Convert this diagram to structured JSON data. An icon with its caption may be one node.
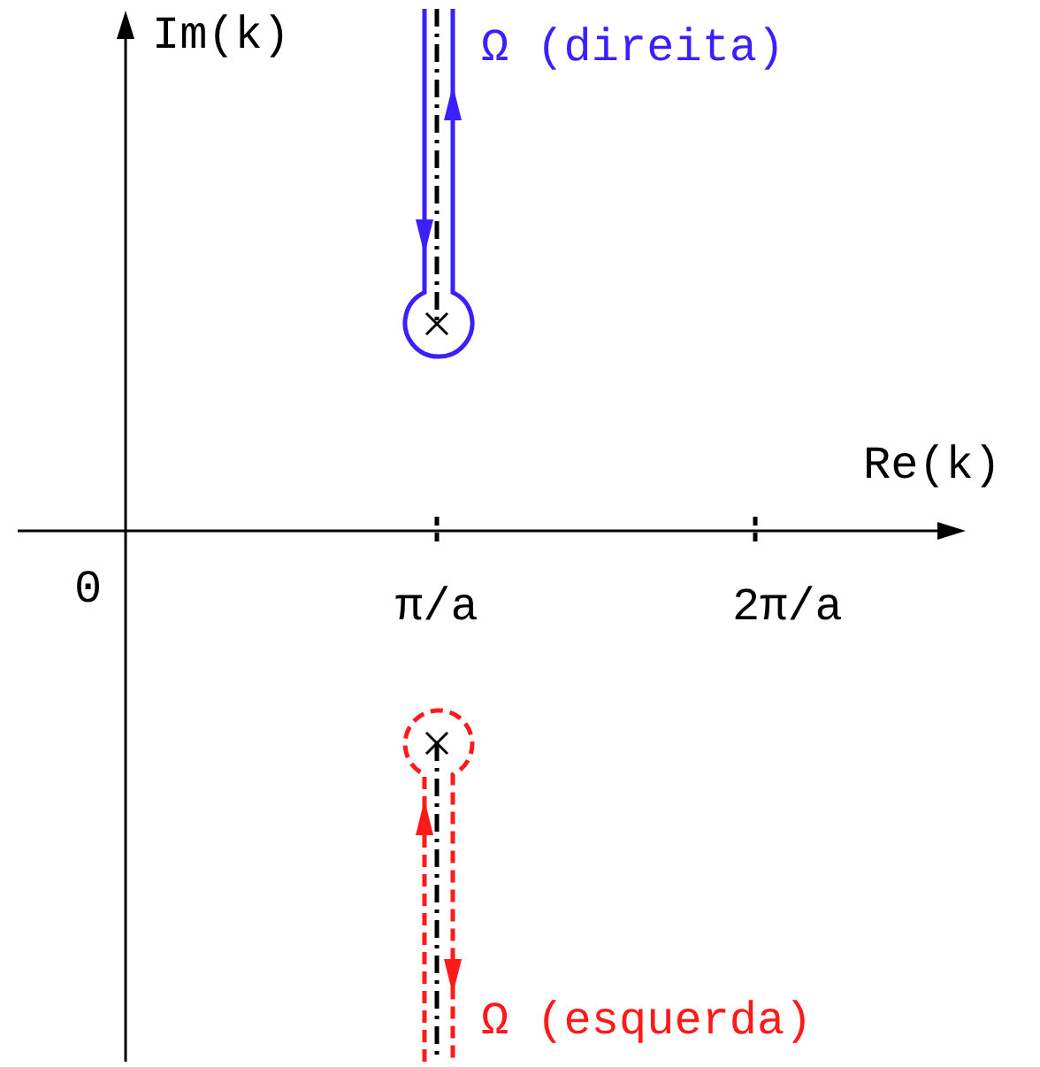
{
  "diagram": {
    "labels": [
      "Im(k)",
      "Ω (direita)",
      "Re(k)",
      "0",
      "π/a",
      "2π/a",
      "Ω (esquerda)"
    ]
  }
}
